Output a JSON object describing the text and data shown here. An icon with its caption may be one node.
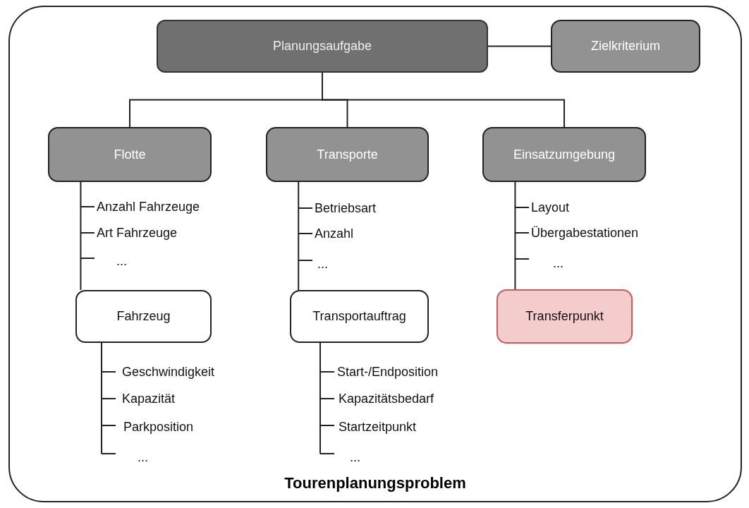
{
  "diagram": {
    "nodes": [
      {
        "text": [
          "Tourenplanungsproblem"
        ]
      },
      {
        "text": [
          "Planungsaufgabe"
        ],
        "in": 0
      },
      {
        "text": [
          "Zielkriterium"
        ],
        "in": 0
      },
      {
        "text": [
          "Flotte"
        ],
        "in": 0
      },
      {
        "text": [
          "Transporte"
        ],
        "in": 0
      },
      {
        "text": [
          "Einsatzumgebung"
        ],
        "in": 0
      },
      {
        "text": [
          "Fahrzeug"
        ],
        "in": 0
      },
      {
        "text": [
          "Transportauftrag"
        ],
        "in": 0
      },
      {
        "text": [
          "Transferpunkt"
        ],
        "in": 0
      }
    ],
    "edges": [
      {
        "from": 1,
        "to": 2,
        "arrow": "none"
      },
      {
        "from": 1,
        "to": 3,
        "arrow": "none"
      },
      {
        "from": 1,
        "to": 4,
        "arrow": "none"
      },
      {
        "from": 1,
        "to": 5,
        "arrow": "none"
      },
      {
        "from": 3,
        "to": 6,
        "arrow": "none"
      },
      {
        "from": 4,
        "to": 7,
        "arrow": "none"
      },
      {
        "from": 5,
        "to": 8,
        "arrow": "none"
      }
    ],
    "labels": [
      "Anzahl Fahrzeuge",
      "Art Fahrzeuge",
      "...",
      "Betriebsart",
      "Anzahl",
      "...",
      "Layout",
      "Übergabestationen",
      "...",
      "Geschwindigkeit",
      "Kapazität",
      "Parkposition",
      "...",
      "Start-/Endposition",
      "Kapazitätsbedarf",
      "Startzeitpunkt",
      "..."
    ]
  }
}
